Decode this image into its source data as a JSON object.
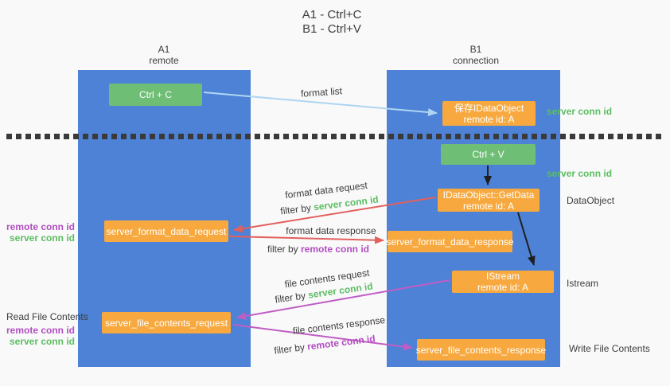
{
  "title": {
    "line1": "A1 - Ctrl+C",
    "line2": "B1 - Ctrl+V"
  },
  "lanes": {
    "a1": {
      "name": "A1",
      "type": "remote"
    },
    "b1": {
      "name": "B1",
      "type": "connection"
    }
  },
  "nodes": {
    "ctrl_c": {
      "label": "Ctrl + C"
    },
    "ctrl_v": {
      "label": "Ctrl + V"
    },
    "save_dataobject": {
      "line1": "保存IDataObject",
      "line2": "remote id: A"
    },
    "getdata": {
      "line1": "IDataObject::GetData",
      "line2": "remote id: A"
    },
    "istream": {
      "line1": "IStream",
      "line2": "remote id: A"
    },
    "server_format_data_request": {
      "label": "server_format_data_request"
    },
    "server_format_data_response": {
      "label": "server_format_data_response"
    },
    "server_file_contents_request": {
      "label": "server_file_contents_request"
    },
    "server_file_contents_response": {
      "label": "server_file_contents_response"
    }
  },
  "annotations": {
    "right": {
      "server_conn_id_top": "server conn id",
      "server_conn_id_mid": "server conn id",
      "dataobject": "DataObject",
      "istream": "Istream",
      "write_file_contents": "Write File Contents"
    },
    "left": {
      "stack1": {
        "remote_conn_id": "remote conn id",
        "server_conn_id": "server conn id"
      },
      "read_file_contents": "Read File Contents",
      "stack2": {
        "remote_conn_id": "remote conn id",
        "server_conn_id": "server conn id"
      }
    }
  },
  "flows": {
    "format_list": {
      "label": "format list"
    },
    "format_data_request": {
      "label": "format data request",
      "filter_prefix": "filter by ",
      "filter_key": "server conn id"
    },
    "format_data_response": {
      "label": "format data response",
      "filter_prefix": "filter by ",
      "filter_key": "remote conn id"
    },
    "file_contents_request": {
      "label": "file contents request",
      "filter_prefix": "filter by ",
      "filter_key": "server conn id"
    },
    "file_contents_response": {
      "label": "file contents response",
      "filter_prefix": "filter by ",
      "filter_key": "remote conn id"
    }
  },
  "colors": {
    "background": "#f9f9f9",
    "lane_blue": "#4d82d6",
    "node_green": "#6ebe75",
    "node_orange": "#f7a93f",
    "key_green": "#5cbd63",
    "key_purple": "#b24ec2",
    "arrow_red": "#e2605e",
    "arrow_magenta": "#c05dc4",
    "arrow_light_blue": "#aed5f2",
    "arrow_black": "#1f1f1f",
    "dash_gray": "#3a3a3a"
  }
}
